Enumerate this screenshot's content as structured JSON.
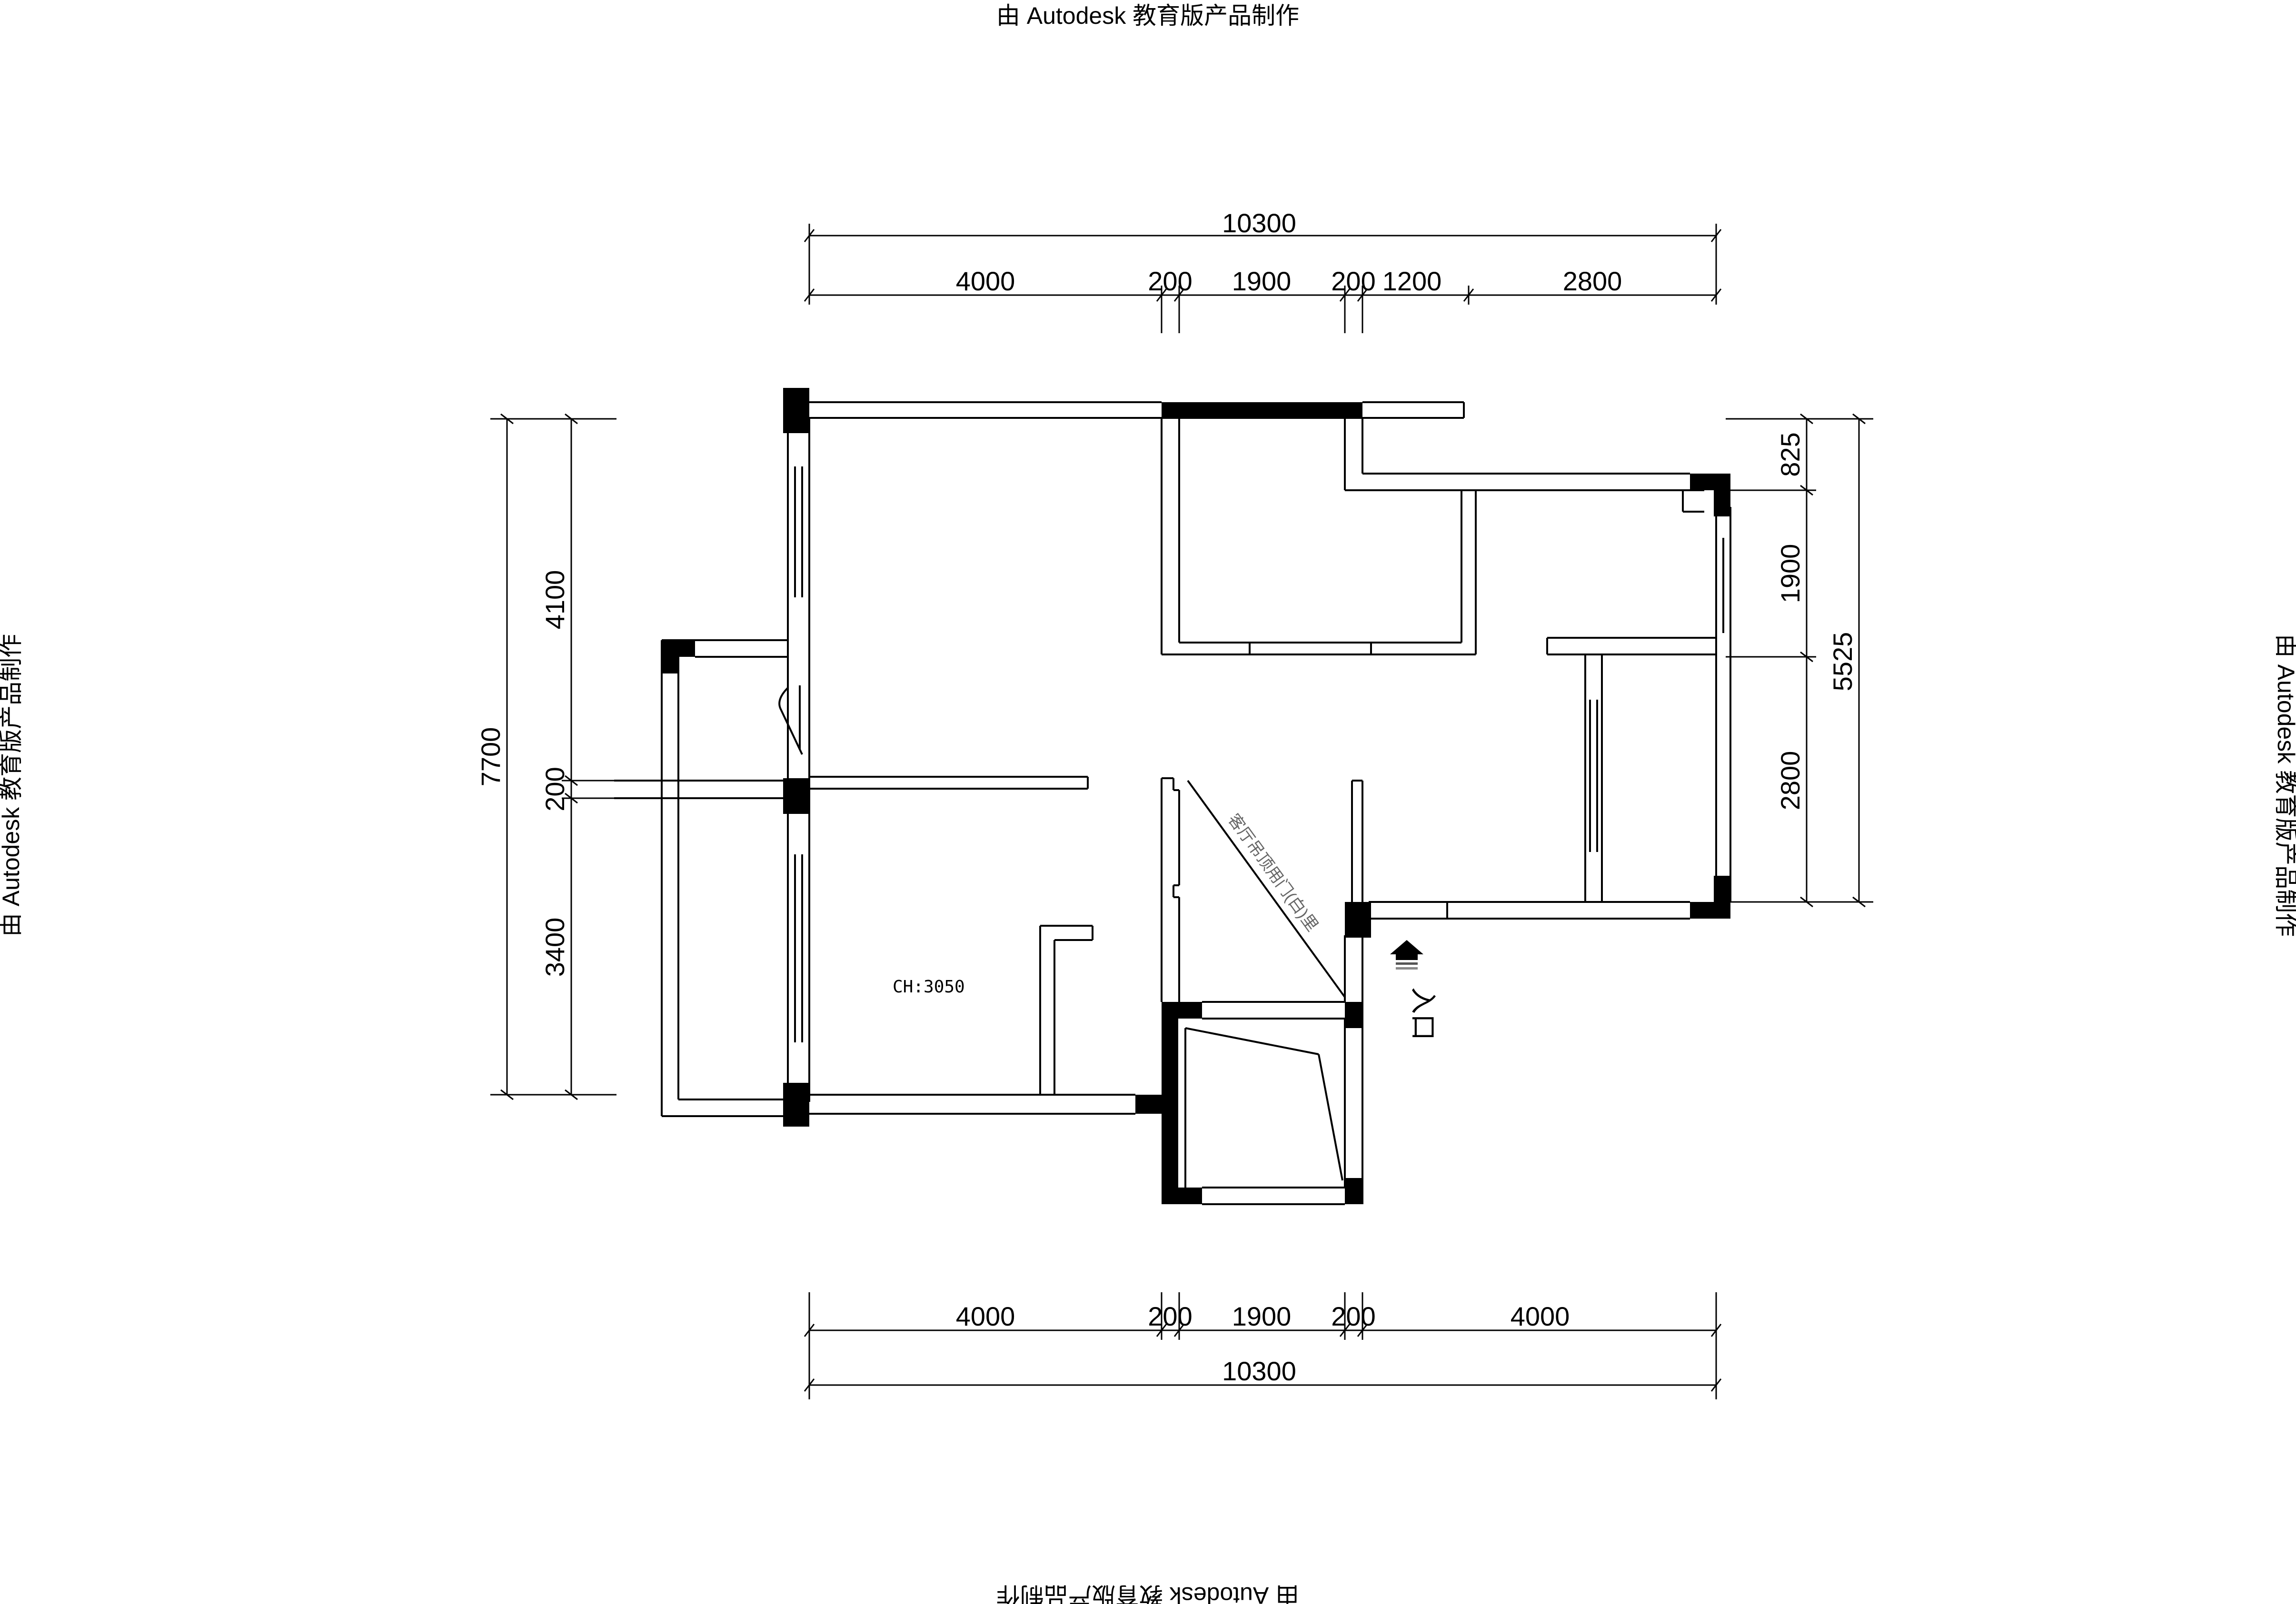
{
  "watermark": {
    "top": "由 Autodesk 教育版产品制作",
    "bottom": "由 Autodesk 教育版产品制作",
    "left": "由 Autodesk 教育版产品制作",
    "right": "由 Autodesk 教育版产品制作"
  },
  "dimensions": {
    "top_total": "10300",
    "top_segments": [
      "4000",
      "200",
      "1900",
      "200",
      "1200",
      "2800"
    ],
    "bottom_total": "10300",
    "bottom_segments": [
      "4000",
      "200",
      "1900",
      "200",
      "4000"
    ],
    "left_total": "7700",
    "left_segments": [
      "4100",
      "200",
      "3400"
    ],
    "right_total": "5525",
    "right_segments": [
      "825",
      "1900",
      "2800"
    ]
  },
  "annotations": {
    "ceiling_height": "CH:3050",
    "entrance": "入口",
    "diagonal_note": "客厅吊顶用门(白)里"
  }
}
